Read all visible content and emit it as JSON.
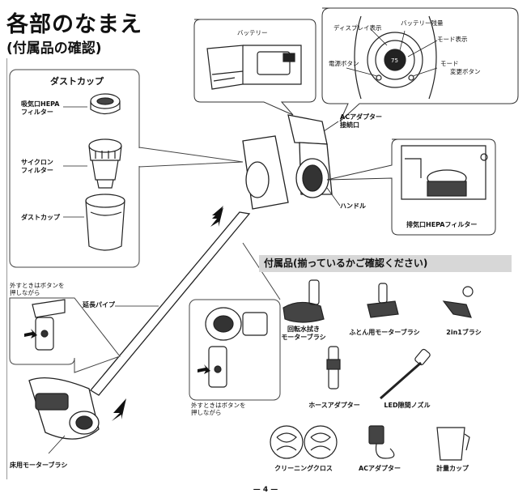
{
  "header": {
    "title": "各部のなまえ",
    "subtitle": "(付属品の確認)"
  },
  "callouts": {
    "battery": "バッテリー",
    "display": "ディスプレイ表示",
    "battery_level": "バッテリー残量",
    "mode_display": "モード表示",
    "power_button": "電源ボタン",
    "mode_change_button_1": "モード",
    "mode_change_button_2": "変更ボタン",
    "ac_adapter_port_1": "ACアダプター",
    "ac_adapter_port_2": "接続口",
    "handle": "ハンドル",
    "exhaust_filter": "排気口HEPAフィルター",
    "extension_pipe": "延長パイプ",
    "floor_brush": "床用モーターブラシ",
    "remove_hint_left_1": "外すときはボタンを",
    "remove_hint_left_2": "押しながら",
    "remove_hint_right_1": "外すときはボタンを",
    "remove_hint_right_2": "押しながら"
  },
  "dust_cup_panel": {
    "title": "ダストカップ",
    "intake_filter_1": "吸気口HEPA",
    "intake_filter_2": "フィルター",
    "cyclone_filter_1": "サイクロン",
    "cyclone_filter_2": "フィルター",
    "dust_cup": "ダストカップ"
  },
  "accessories": {
    "heading": "付属品(揃っているかご確認ください)",
    "items": {
      "rotating_mop_1": "回転水拭き",
      "rotating_mop_2": "モーターブラシ",
      "futon_brush": "ふとん用モーターブラシ",
      "two_in_one": "2in1ブラシ",
      "hose_adapter": "ホースアダプター",
      "led_crevice": "LED隙間ノズル",
      "cleaning_cloth": "クリーニングクロス",
      "ac_adapter": "ACアダプター",
      "measuring_cup": "計量カップ"
    }
  },
  "display_readout": "75",
  "page": {
    "number": "— 4 —"
  }
}
